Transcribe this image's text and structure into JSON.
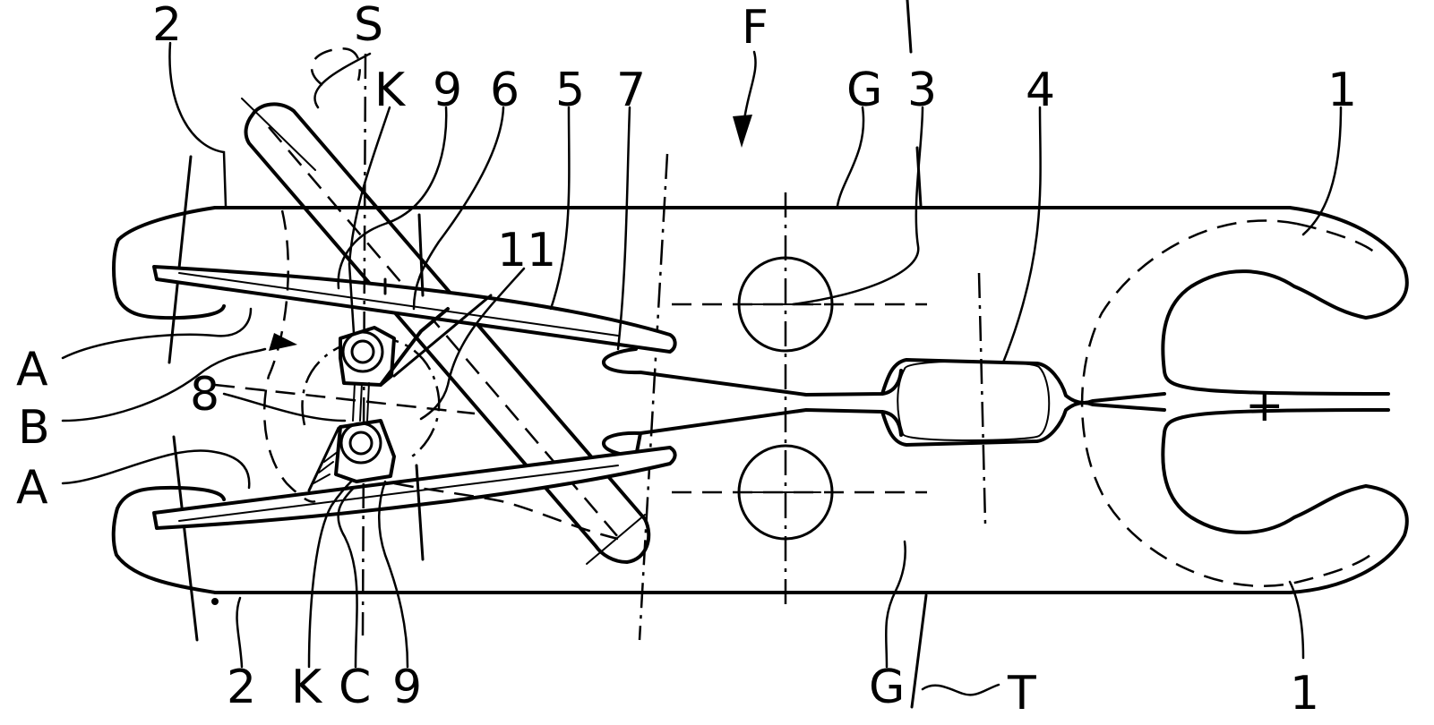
{
  "labels": {
    "left_top_2": "2",
    "s": "S",
    "k_top": "K",
    "nine_top": "9",
    "six": "6",
    "five": "5",
    "seven": "7",
    "f": "F",
    "g_top": "G",
    "three": "3",
    "four": "4",
    "one_top": "1",
    "eleven": "11",
    "a_top": "A",
    "b": "B",
    "eight": "8",
    "a_bottom": "A",
    "left_bottom_2": "2",
    "k_bottom": "K",
    "c": "C",
    "nine_bottom": "9",
    "g_bottom": "G",
    "t": "T",
    "one_bottom": "1",
    "plus": "+"
  }
}
